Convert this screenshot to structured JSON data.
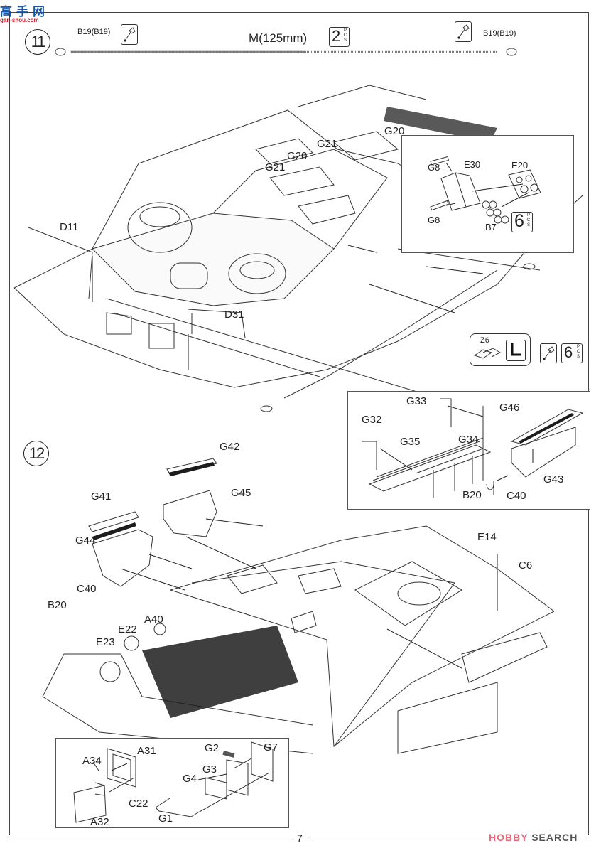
{
  "watermark": {
    "top": "高手网",
    "sub": "gan-shou.com"
  },
  "steps": [
    {
      "number": "11",
      "cable": {
        "label": "M(125mm)",
        "quantity": "2",
        "qty_unit": "PCS",
        "left_part": "B19(B19)",
        "right_part": "B19(B19)"
      },
      "labels": [
        "D11",
        "D31",
        "G20",
        "G21",
        "G20",
        "G21"
      ],
      "inset": {
        "labels": [
          "G8",
          "E30",
          "E20",
          "G8",
          "B7"
        ],
        "quantity": "6",
        "qty_unit": "PCS"
      },
      "tools": {
        "decal_label": "Z6",
        "quantity": "6",
        "qty_unit": "PCS"
      }
    },
    {
      "number": "12",
      "labels": [
        "G42",
        "G41",
        "G45",
        "G44",
        "C40",
        "B20",
        "A40",
        "E22",
        "E23",
        "E14",
        "C6"
      ],
      "inset_top": {
        "labels": [
          "G33",
          "G32",
          "G35",
          "G34",
          "G46",
          "G43",
          "B20",
          "C40"
        ]
      },
      "inset_bottom": {
        "labels": [
          "A31",
          "A34",
          "C22",
          "A32",
          "G2",
          "G7",
          "G3",
          "G4",
          "G1"
        ]
      }
    }
  ],
  "footer": {
    "page_number": "7",
    "brand_part1": "HOBBY",
    "brand_part2": " SEARCH"
  },
  "colors": {
    "brand_pink": "#e46a7c",
    "logo_blue": "#1b56a8",
    "logo_red": "#c0182a"
  }
}
